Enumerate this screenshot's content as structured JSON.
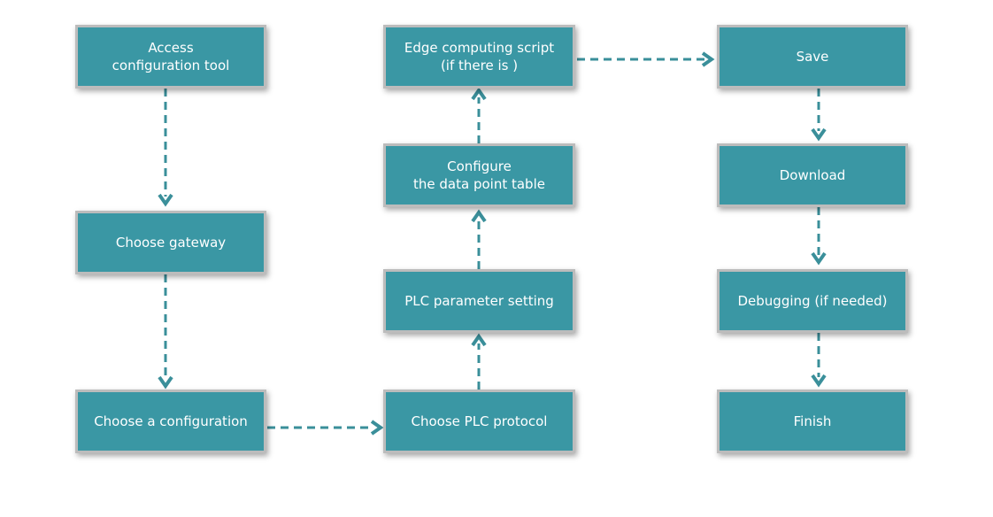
{
  "diagram": {
    "colors": {
      "box_fill": "#3a97a4",
      "box_border": "#bcbcbc",
      "arrow": "#3a8f9a",
      "text": "#ffffff"
    },
    "nodes": {
      "access_tool": "Access\nconfiguration tool",
      "choose_gateway": "Choose gateway",
      "choose_configuration": "Choose a configuration",
      "choose_plc_protocol": "Choose PLC protocol",
      "plc_parameter_setting": "PLC parameter setting",
      "configure_data_point_table": "Configure\nthe data point table",
      "edge_computing_script": "Edge computing script\n(if there is )",
      "save": "Save",
      "download": "Download",
      "debugging": "Debugging (if needed)",
      "finish": "Finish"
    },
    "edges": [
      {
        "from": "access_tool",
        "to": "choose_gateway",
        "style": "dashed"
      },
      {
        "from": "choose_gateway",
        "to": "choose_configuration",
        "style": "dashed"
      },
      {
        "from": "choose_configuration",
        "to": "choose_plc_protocol",
        "style": "dashed"
      },
      {
        "from": "choose_plc_protocol",
        "to": "plc_parameter_setting",
        "style": "dashed"
      },
      {
        "from": "plc_parameter_setting",
        "to": "configure_data_point_table",
        "style": "dashed"
      },
      {
        "from": "configure_data_point_table",
        "to": "edge_computing_script",
        "style": "dashed"
      },
      {
        "from": "edge_computing_script",
        "to": "save",
        "style": "dashed"
      },
      {
        "from": "save",
        "to": "download",
        "style": "dashed"
      },
      {
        "from": "download",
        "to": "debugging",
        "style": "dashed"
      },
      {
        "from": "debugging",
        "to": "finish",
        "style": "dashed"
      }
    ]
  }
}
